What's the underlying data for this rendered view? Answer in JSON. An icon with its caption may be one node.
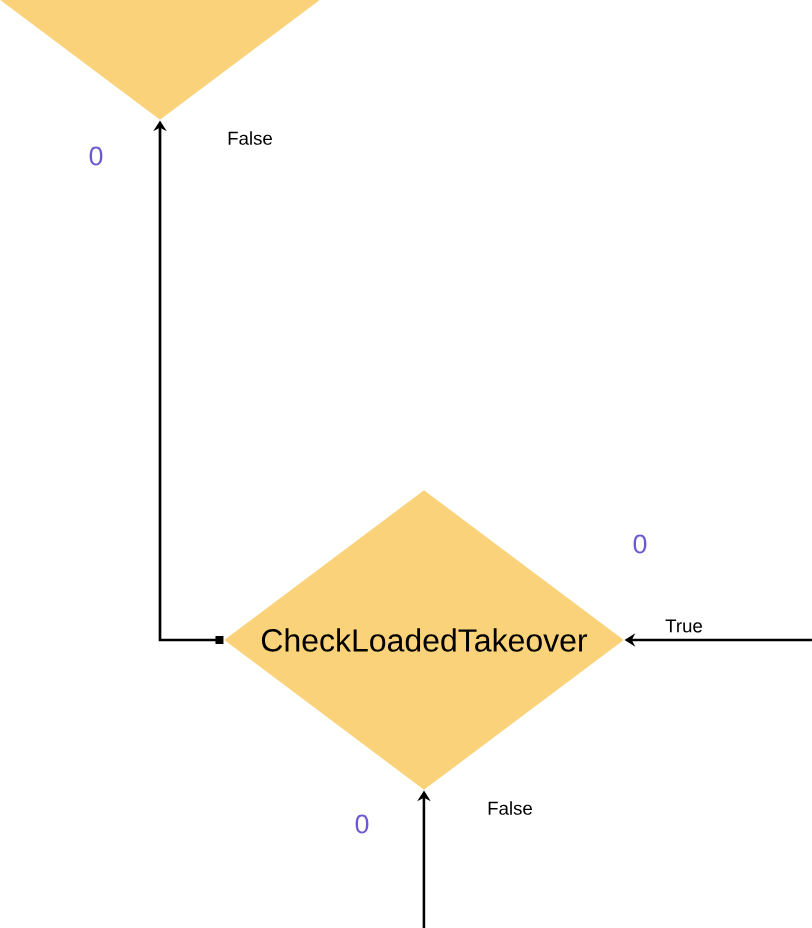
{
  "diagram": {
    "nodes": [
      {
        "text": [],
        "shape": "diamond"
      },
      {
        "text": [
          "CheckLoadedTakeover"
        ]
      }
    ],
    "edges": [
      {
        "from": 1,
        "to": 0,
        "arrow": "to",
        "label": "False"
      },
      {
        "from": null,
        "to": 1,
        "arrow": "to",
        "label": "True"
      },
      {
        "from": null,
        "to": 1,
        "arrow": "to",
        "label": "False"
      }
    ],
    "labels": [
      "0",
      "0",
      "0"
    ]
  }
}
